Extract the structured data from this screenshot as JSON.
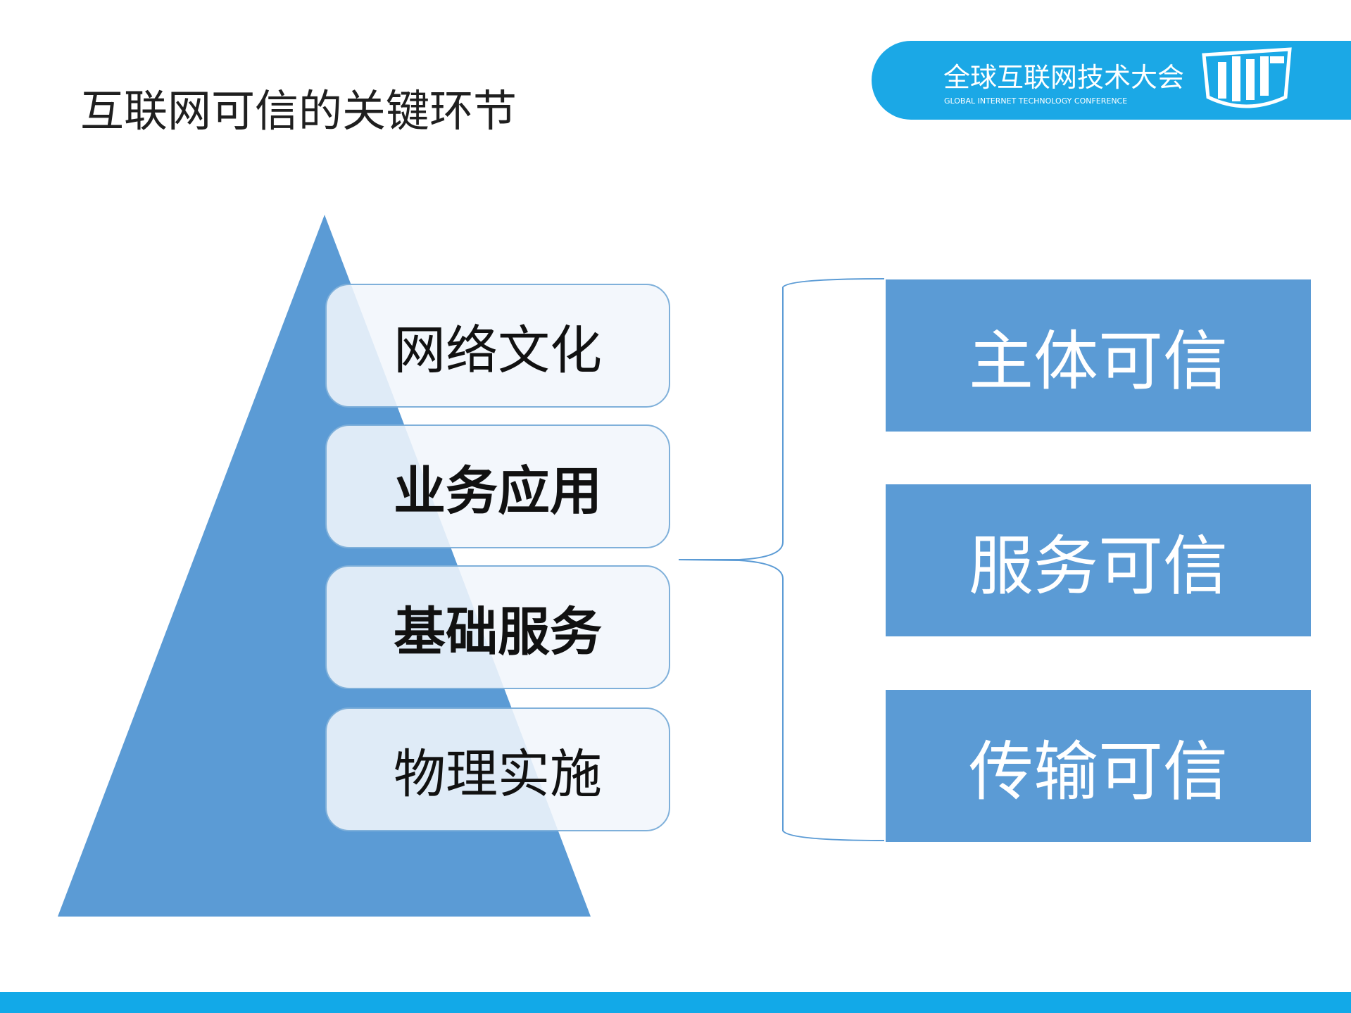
{
  "slide": {
    "title": "互联网可信的关键环节"
  },
  "logo": {
    "name_cn": "全球互联网技术大会",
    "name_en": "GLOBAL INTERNET TECHNOLOGY CONFERENCE",
    "mark": "GITC"
  },
  "layers": [
    {
      "label": "网络文化",
      "bold": false
    },
    {
      "label": "业务应用",
      "bold": true
    },
    {
      "label": "基础服务",
      "bold": true
    },
    {
      "label": "物理实施",
      "bold": false
    }
  ],
  "trust": [
    {
      "label": "主体可信"
    },
    {
      "label": "服务可信"
    },
    {
      "label": "传输可信"
    }
  ],
  "colors": {
    "accent_blue": "#5b9bd5",
    "brand_blue": "#1ba8e6",
    "bottom_bar": "#12a9e8"
  }
}
